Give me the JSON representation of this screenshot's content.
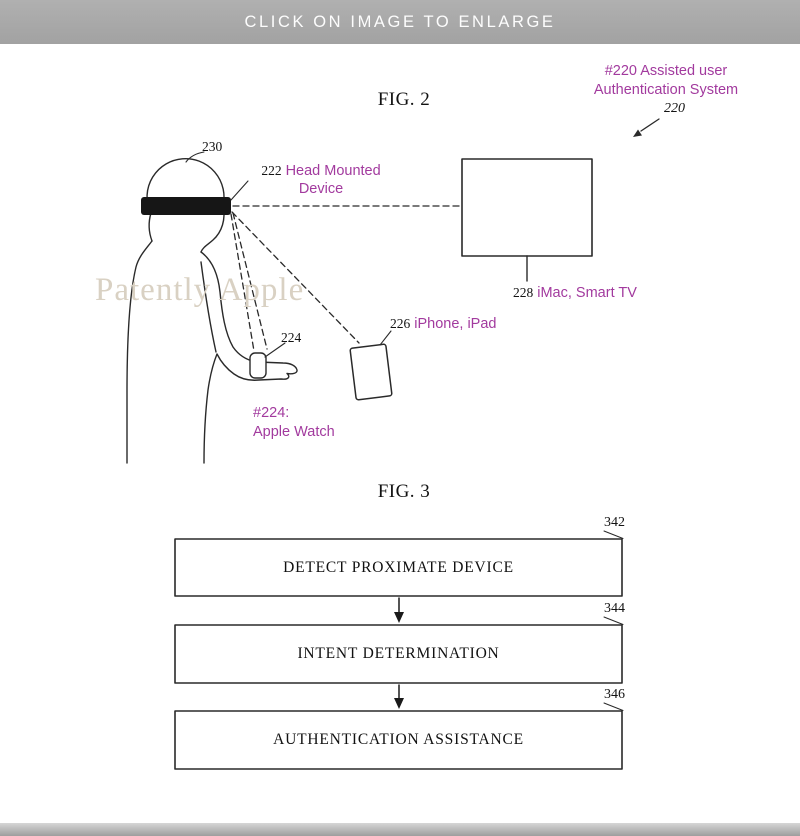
{
  "banner": {
    "text": "CLICK ON IMAGE TO ENLARGE"
  },
  "fig2": {
    "title": "FIG. 2",
    "system_label": {
      "line1": "#220 Assisted user",
      "line2": "Authentication System",
      "ref": "220"
    },
    "hmd": {
      "ref": "230",
      "num": "222",
      "label": "Head Mounted Device"
    },
    "watch": {
      "ref": "224",
      "label_line1": "#224:",
      "label_line2": "Apple Watch"
    },
    "phone": {
      "num": "226",
      "label": "iPhone, iPad"
    },
    "display": {
      "num": "228",
      "label": "iMac, Smart TV"
    },
    "watermark": "Patently Apple"
  },
  "fig3": {
    "title": "FIG. 3",
    "steps": [
      {
        "ref": "342",
        "label": "DETECT PROXIMATE DEVICE"
      },
      {
        "ref": "344",
        "label": "INTENT DETERMINATION"
      },
      {
        "ref": "346",
        "label": "AUTHENTICATION ASSISTANCE"
      }
    ]
  },
  "colors": {
    "accent_purple": "#a23a9e",
    "banner_gray": "#a9a9a9"
  }
}
